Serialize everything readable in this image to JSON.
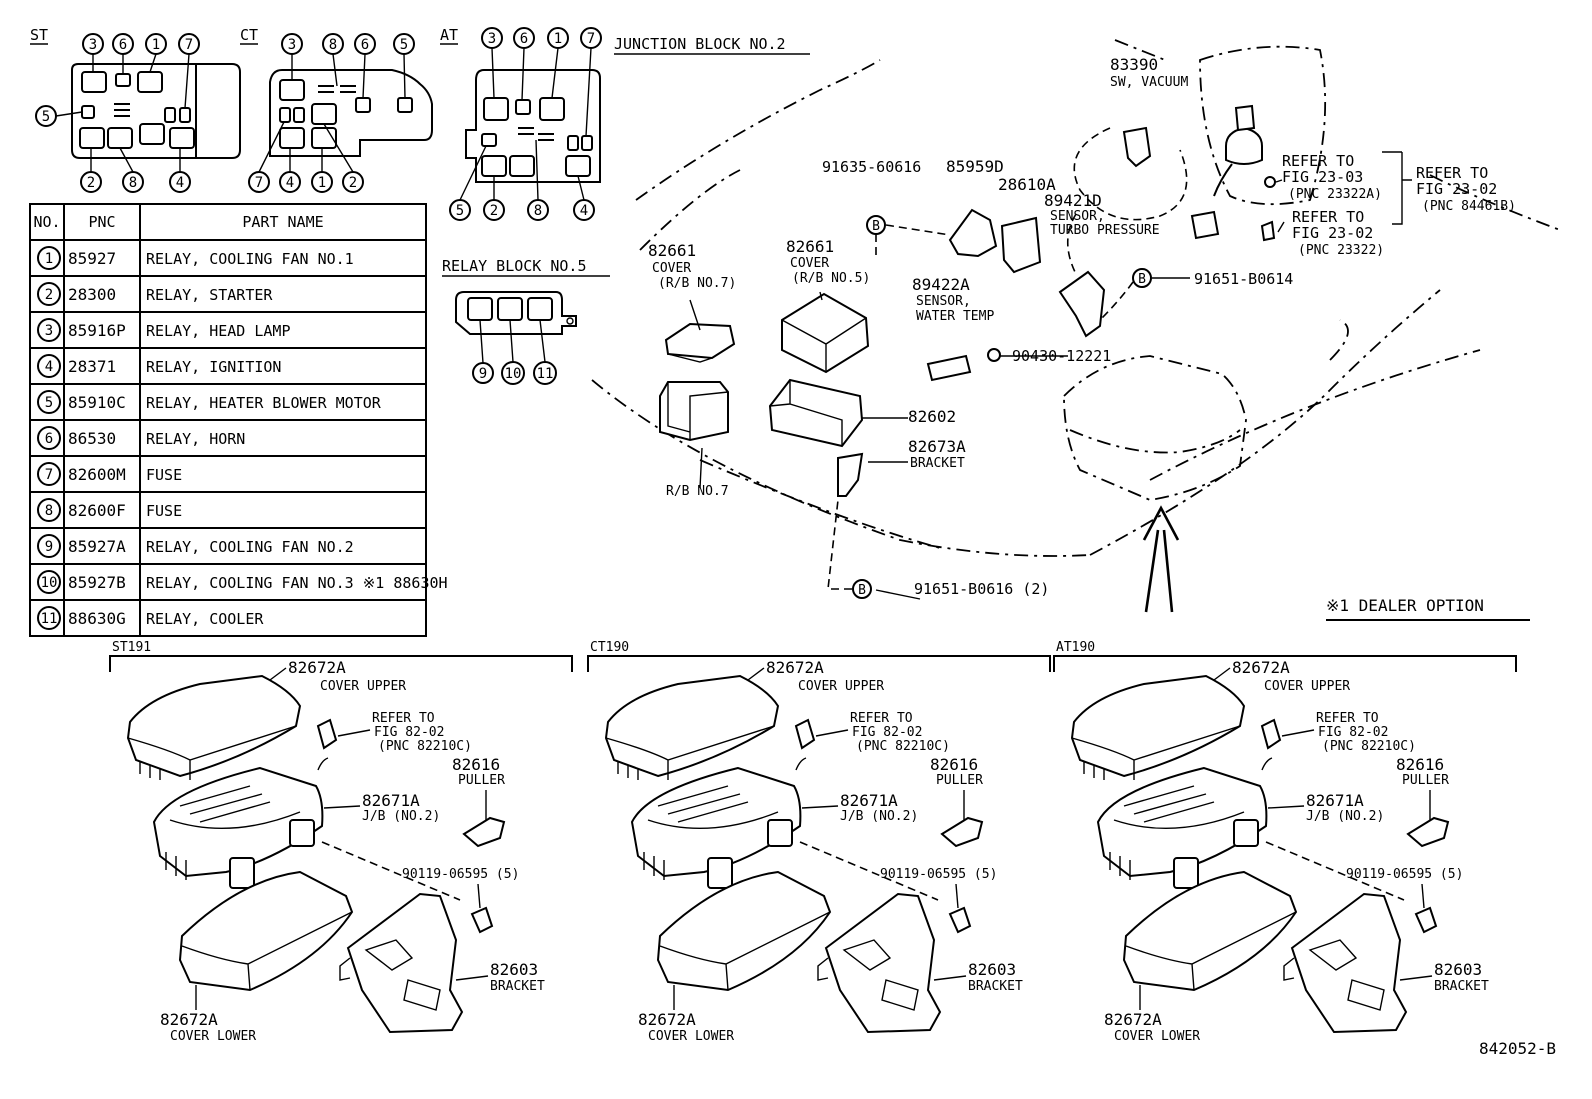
{
  "fuse_layouts": {
    "st": {
      "label": "ST",
      "top": [
        "3",
        "6",
        "1",
        "7"
      ],
      "left": [
        "5"
      ],
      "bottom": [
        "2",
        "8",
        "4"
      ]
    },
    "ct": {
      "label": "CT",
      "top": [
        "3",
        "8",
        "6",
        "5"
      ],
      "bottom": [
        "7",
        "4",
        "1",
        "2"
      ]
    },
    "at": {
      "label": "AT",
      "top": [
        "3",
        "6",
        "1",
        "7"
      ],
      "bottom": [
        "5",
        "2",
        "8",
        "4"
      ]
    },
    "junction_block_label": "JUNCTION BLOCK NO.2",
    "relay_block": {
      "label": "RELAY BLOCK NO.5",
      "bottom": [
        "9",
        "10",
        "11"
      ]
    }
  },
  "parts_table": {
    "headers": [
      "NO.",
      "PNC",
      "PART NAME"
    ],
    "rows": [
      {
        "no": "1",
        "pnc": "85927",
        "name": "RELAY, COOLING FAN NO.1"
      },
      {
        "no": "2",
        "pnc": "28300",
        "name": "RELAY, STARTER"
      },
      {
        "no": "3",
        "pnc": "85916P",
        "name": "RELAY, HEAD LAMP"
      },
      {
        "no": "4",
        "pnc": "28371",
        "name": "RELAY, IGNITION"
      },
      {
        "no": "5",
        "pnc": "85910C",
        "name": "RELAY, HEATER BLOWER MOTOR"
      },
      {
        "no": "6",
        "pnc": "86530",
        "name": "RELAY, HORN"
      },
      {
        "no": "7",
        "pnc": "82600M",
        "name": "FUSE"
      },
      {
        "no": "8",
        "pnc": "82600F",
        "name": "FUSE"
      },
      {
        "no": "9",
        "pnc": "85927A",
        "name": "RELAY, COOLING FAN NO.2"
      },
      {
        "no": "10",
        "pnc": "85927B",
        "name": "RELAY, COOLING FAN NO.3 ※1 88630H"
      },
      {
        "no": "11",
        "pnc": "88630G",
        "name": "RELAY, COOLER"
      }
    ]
  },
  "top_callouts": {
    "c83390": "83390",
    "c83390_desc": "SW, VACUUM",
    "refer1a": "REFER TO",
    "refer1b": "FIG 23-03",
    "refer1c": "(PNC 23322A)",
    "refer2a": "REFER TO",
    "refer2b": "FIG 23-02",
    "refer2c": "(PNC 84461B)",
    "refer3a": "REFER TO",
    "refer3b": "FIG 23-02",
    "refer3c": "(PNC 23322)",
    "c91635": "91635-60616",
    "c85959": "85959D",
    "c28610": "28610A",
    "c89421": "89421D",
    "c89421_d1": "SENSOR,",
    "c89421_d2": "TURBO PRESSURE",
    "c91651a": "91651-B0614",
    "c82661a": "82661",
    "c82661a_d1": "COVER",
    "c82661a_d2": "(R/B NO.7)",
    "c82661b": "82661",
    "c82661b_d1": "COVER",
    "c82661b_d2": "(R/B NO.5)",
    "c89422": "89422A",
    "c89422_d1": "SENSOR,",
    "c89422_d2": "WATER TEMP",
    "c90430": "90430-12221",
    "c82602": "82602",
    "c82673": "82673A",
    "c82673_d": "BRACKET",
    "rb7": "R/B NO.7",
    "c91651b": "91651-B0616 (2)",
    "dealer": "※1 DEALER OPTION",
    "b_mark": "B"
  },
  "assemblies": [
    {
      "id": "st",
      "title": "ST191",
      "upper": "82672A",
      "upper_d": "COVER UPPER",
      "refer_a": "REFER TO",
      "refer_b": "FIG 82-02",
      "refer_c": "(PNC 82210C)",
      "puller": "82616",
      "puller_d": "PULLER",
      "jb": "82671A",
      "jb_d": "J/B (NO.2)",
      "bolt": "90119-06595 (5)",
      "bracket": "82603",
      "bracket_d": "BRACKET",
      "lower": "82672A",
      "lower_d": "COVER LOWER"
    },
    {
      "id": "ct",
      "title": "CT190",
      "upper": "82672A",
      "upper_d": "COVER UPPER",
      "refer_a": "REFER TO",
      "refer_b": "FIG 82-02",
      "refer_c": "(PNC 82210C)",
      "puller": "82616",
      "puller_d": "PULLER",
      "jb": "82671A",
      "jb_d": "J/B (NO.2)",
      "bolt": "90119-06595 (5)",
      "bracket": "82603",
      "bracket_d": "BRACKET",
      "lower": "82672A",
      "lower_d": "COVER LOWER"
    },
    {
      "id": "at",
      "title": "AT190",
      "upper": "82672A",
      "upper_d": "COVER UPPER",
      "refer_a": "REFER TO",
      "refer_b": "FIG 82-02",
      "refer_c": "(PNC 82210C)",
      "puller": "82616",
      "puller_d": "PULLER",
      "jb": "82671A",
      "jb_d": "J/B (NO.2)",
      "bolt": "90119-06595 (5)",
      "bracket": "82603",
      "bracket_d": "BRACKET",
      "lower": "82672A",
      "lower_d": "COVER LOWER"
    }
  ],
  "figure_id": "842052-B"
}
